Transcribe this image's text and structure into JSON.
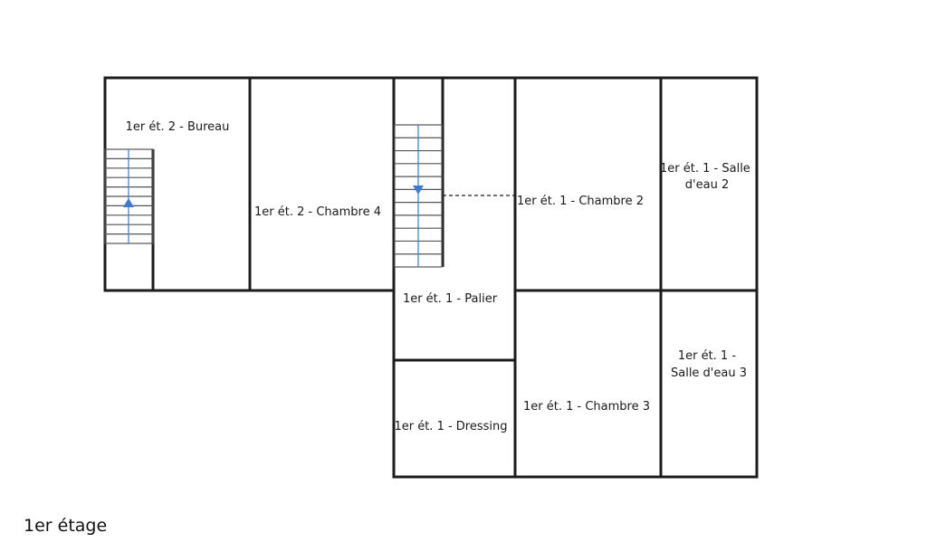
{
  "floor_title": "1er étage",
  "colors": {
    "wall": "#1c1c1c",
    "stair_line": "#555555",
    "arrow": "#3a7bd5",
    "background": "#ffffff"
  },
  "rooms": {
    "bureau": {
      "label": [
        "1er ét. 2 - Bureau"
      ]
    },
    "chambre4": {
      "label": [
        "1er ét. 2 - Chambre 4"
      ]
    },
    "palier": {
      "label": [
        "1er ét. 1 - Palier"
      ]
    },
    "chambre2": {
      "label": [
        "1er ét. 1 - Chambre 2"
      ]
    },
    "salle_eau2": {
      "label": [
        "1er ét. 1 - Salle",
        "d'eau 2"
      ]
    },
    "dressing": {
      "label": [
        "1er ét. 1 - Dressing"
      ]
    },
    "chambre3": {
      "label": [
        "1er ét. 1 - Chambre 3"
      ]
    },
    "salle_eau3": {
      "label": [
        "1er ét. 1 -",
        "Salle d'eau 3"
      ]
    }
  },
  "stairs": [
    {
      "id": "stair-left",
      "direction": "up"
    },
    {
      "id": "stair-center",
      "direction": "down"
    }
  ]
}
